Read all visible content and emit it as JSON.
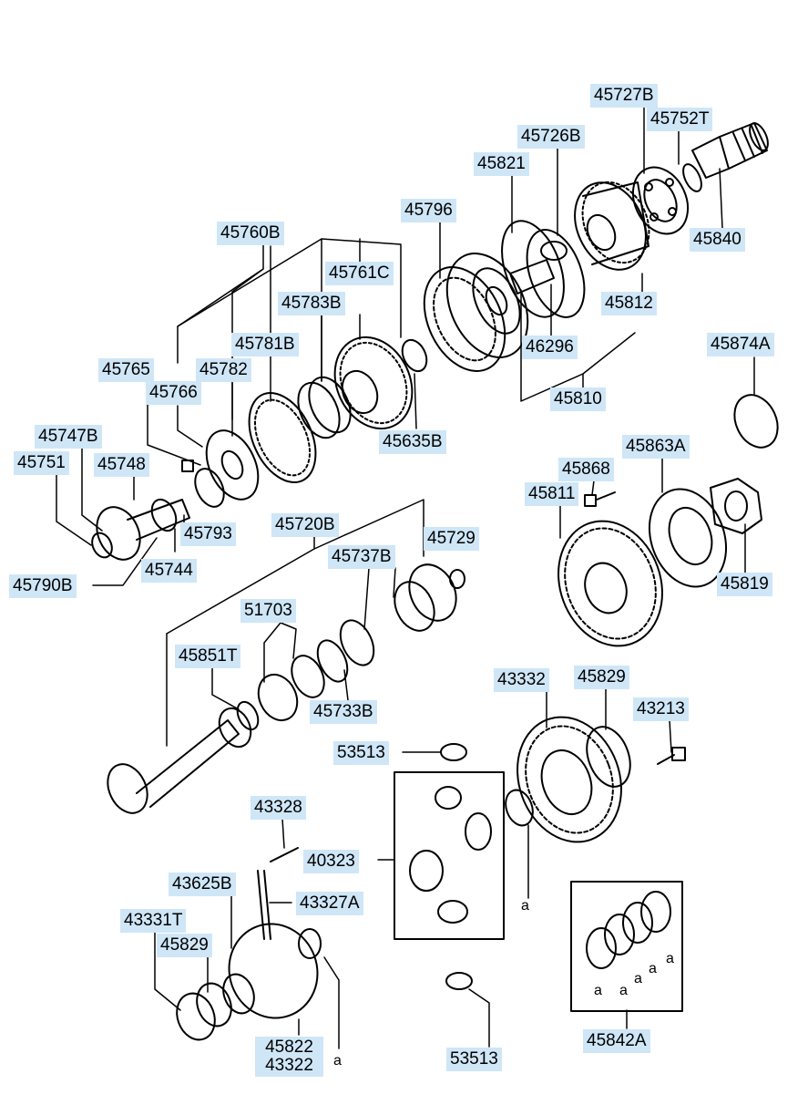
{
  "labels": {
    "p45727B": "45727B",
    "p45752T": "45752T",
    "p45726B": "45726B",
    "p45821": "45821",
    "p45796": "45796",
    "p45840": "45840",
    "p45760B": "45760B",
    "p45761C": "45761C",
    "p45783B": "45783B",
    "p45812": "45812",
    "p45781B": "45781B",
    "p45765": "45765",
    "p45782": "45782",
    "p45766": "45766",
    "p46296": "46296",
    "p45874A": "45874A",
    "p45810": "45810",
    "p45747B": "45747B",
    "p45635B": "45635B",
    "p45751": "45751",
    "p45748": "45748",
    "p45863A": "45863A",
    "p45868": "45868",
    "p45811": "45811",
    "p45793": "45793",
    "p45720B": "45720B",
    "p45729": "45729",
    "p45744": "45744",
    "p45790B": "45790B",
    "p45737B": "45737B",
    "p45819": "45819",
    "p51703": "51703",
    "p45851T": "45851T",
    "p43332": "43332",
    "p45829a": "45829",
    "p45733B": "45733B",
    "p43213": "43213",
    "p53513a": "53513",
    "p43328": "43328",
    "p40323": "40323",
    "p43625B": "43625B",
    "p43327A": "43327A",
    "p43331T": "43331T",
    "p45829b": "45829",
    "p45822": "45822",
    "p43322": "43322",
    "p53513b": "53513",
    "p45842A": "45842A"
  },
  "markers": {
    "a": "a"
  },
  "colors": {
    "label_bg": "#cfe6f7",
    "line": "#000000"
  }
}
